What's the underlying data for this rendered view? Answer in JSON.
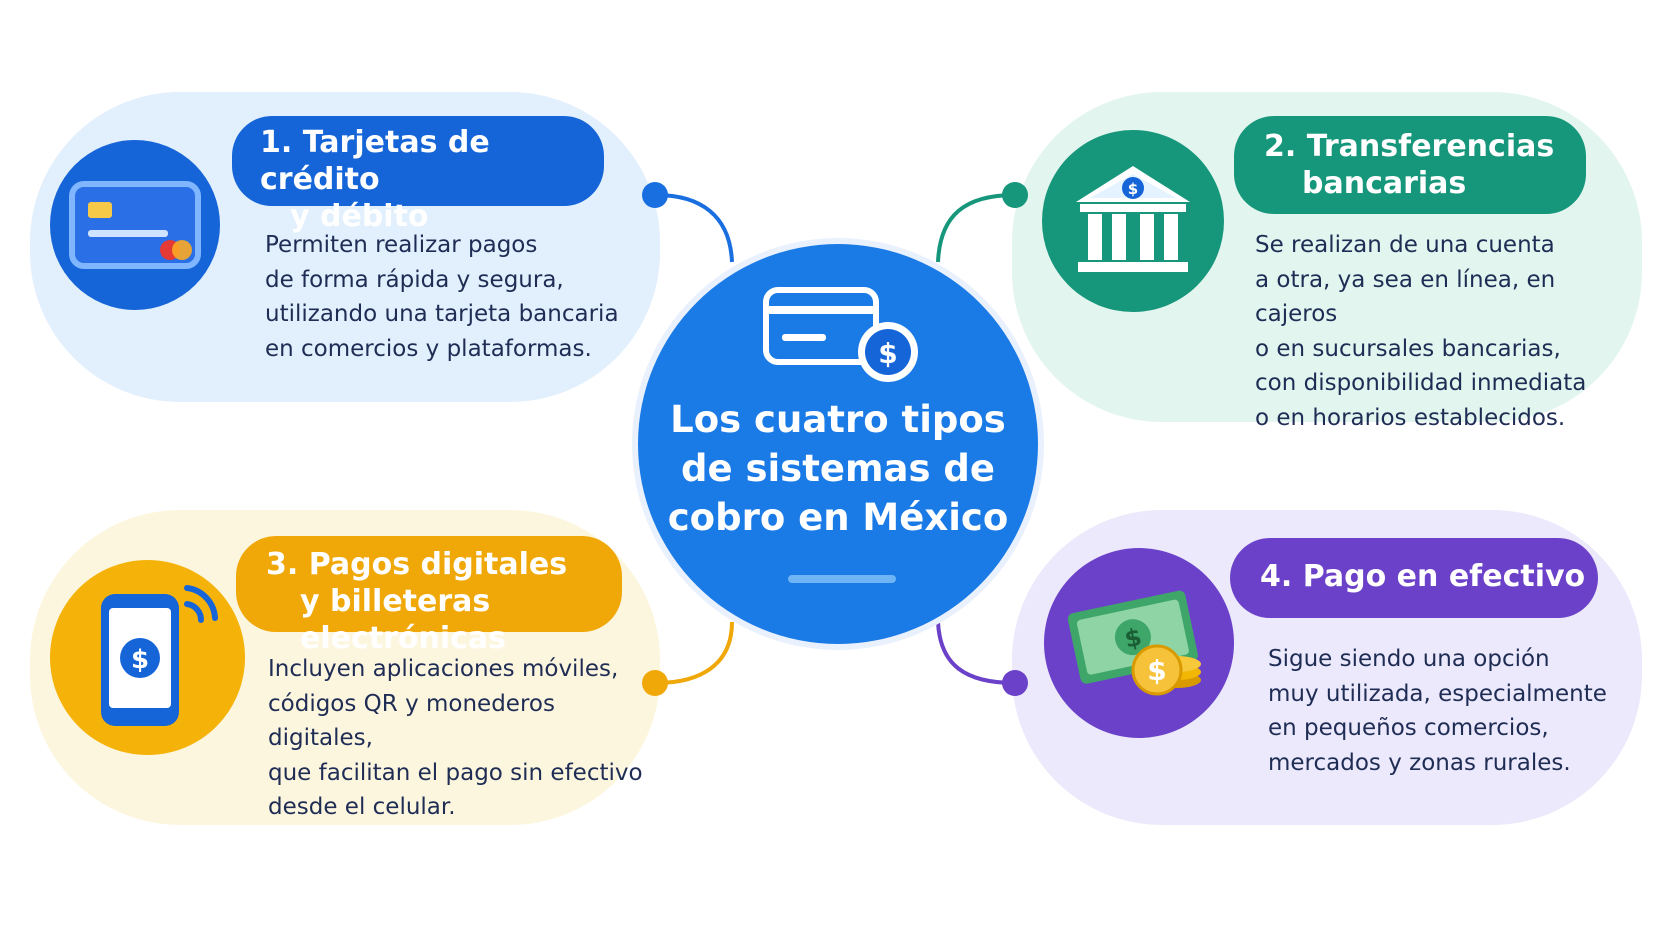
{
  "center": {
    "title": "Los cuatro tipos de sistemas de cobro en México"
  },
  "items": [
    {
      "title_line1": "1. Tarjetas de crédito",
      "title_line2": "y débito",
      "description": "Permiten realizar pagos\nde forma rápida y segura,\nutilizando una tarjeta bancaria\nen comercios y plataformas.",
      "icon": "credit-card-icon",
      "color": "#1565d8"
    },
    {
      "title_line1": "2. Transferencias",
      "title_line2": "bancarias",
      "description": "Se realizan de una cuenta\na otra, ya sea en línea, en cajeros\no en sucursales bancarias,\ncon disponibilidad inmediata\no en horarios establecidos.",
      "icon": "bank-icon",
      "color": "#16967a"
    },
    {
      "title_line1": "3. Pagos digitales",
      "title_line2": "y billeteras electrónicas",
      "description": "Incluyen aplicaciones móviles,\ncódigos QR y monederos digitales,\nque facilitan el pago sin efectivo\ndesde el celular.",
      "icon": "smartphone-icon",
      "color": "#f0a808"
    },
    {
      "title_line1": "4. Pago en efectivo",
      "title_line2": "",
      "description": "Sigue siendo una opción\nmuy utilizada, especialmente\nen pequeños comercios,\nmercados y zonas rurales.",
      "icon": "cash-coins-icon",
      "color": "#6a41c8"
    }
  ],
  "icon_symbol": "$"
}
